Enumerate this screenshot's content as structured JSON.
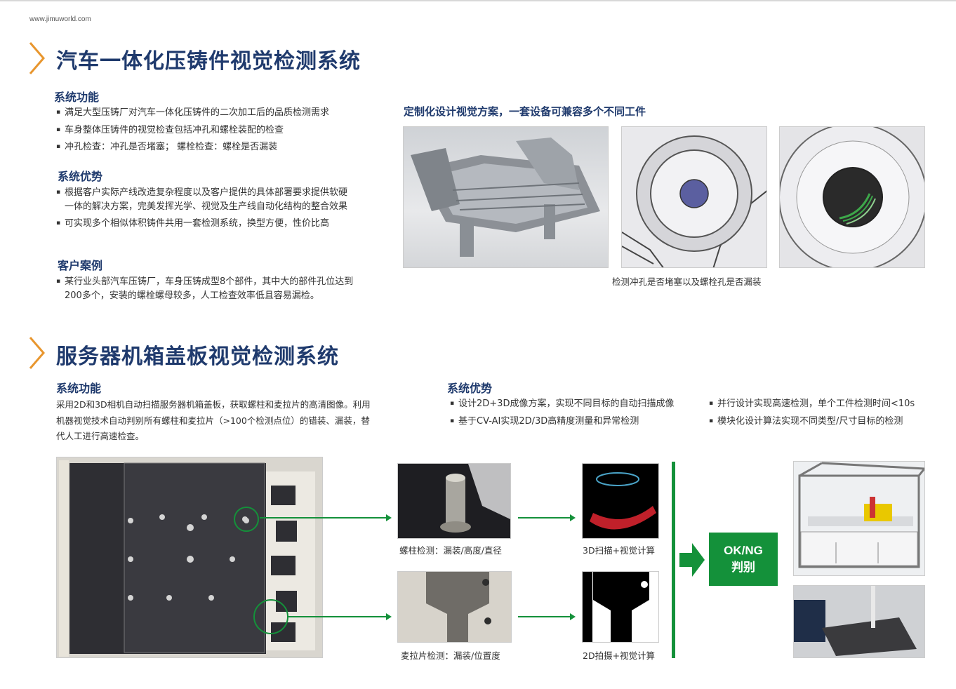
{
  "site": "www.jimuworld.com",
  "section1": {
    "title": "汽车一体化压铸件视觉检测系统",
    "func_title": "系统功能",
    "func_items": [
      "满足大型压铸厂对汽车一体化压铸件的二次加工后的品质检测需求",
      "车身整体压铸件的视觉检查包括冲孔和螺栓装配的检查",
      "冲孔检查：冲孔是否堵塞；  螺栓检查：螺栓是否漏装"
    ],
    "adv_title": "系统优势",
    "adv_items": [
      "根据客户实际产线改造复杂程度以及客户提供的具体部署要求提供软硬一体的解决方案，完美发挥光学、视觉及生产线自动化结构的整合效果",
      "可实现多个相似体积铸件共用一套检测系统，换型方便，性价比高"
    ],
    "case_title": "客户案例",
    "case_items": [
      "某行业头部汽车压铸厂，车身压铸成型8个部件，其中大的部件孔位达到200多个，安装的螺栓螺母较多，人工检查效率低且容易漏检。"
    ],
    "right_title": "定制化设计视觉方案，一套设备可兼容多个不同工件",
    "img_caption": "检测冲孔是否堵塞以及螺栓孔是否漏装"
  },
  "section2": {
    "title": "服务器机箱盖板视觉检测系统",
    "func_title": "系统功能",
    "func_text": "采用2D和3D相机自动扫描服务器机箱盖板，获取螺柱和麦拉片的高清图像。利用机器视觉技术自动判别所有螺柱和麦拉片（>100个检测点位）的错装、漏装，替代人工进行高速检查。",
    "adv_title": "系统优势",
    "adv_col1": [
      "设计2D+3D成像方案，实现不同目标的自动扫描成像",
      "基于CV-AI实现2D/3D高精度测量和异常检测"
    ],
    "adv_col2": [
      "并行设计实现高速检测，单个工件检测时间<10s",
      "模块化设计算法实现不同类型/尺寸目标的检测"
    ],
    "cap_stud": "螺柱检测：漏装/高度/直径",
    "cap_mylar": "麦拉片检测：漏装/位置度",
    "cap_3d": "3D扫描+视觉计算",
    "cap_2d": "2D拍摄+视觉计算",
    "ok_line1": "OK/NG",
    "ok_line2": "判别"
  },
  "colors": {
    "brand": "#1f3a6d",
    "accent": "#e8962e",
    "green": "#14913a"
  }
}
